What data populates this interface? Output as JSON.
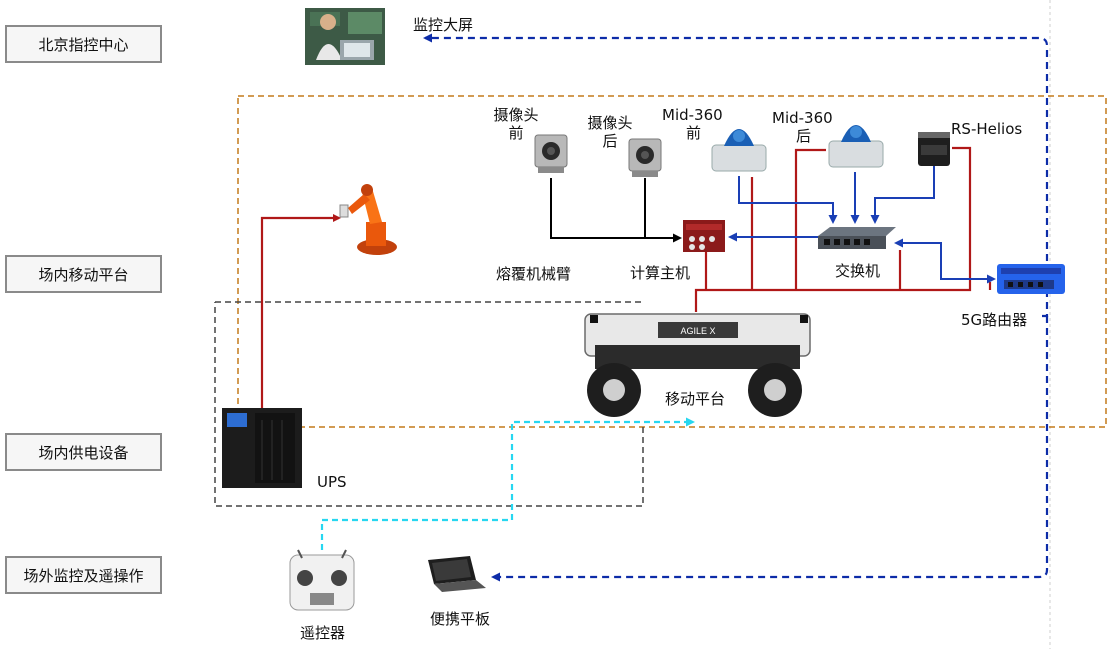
{
  "left_labels": {
    "beijing": "北京指控中心",
    "mobile_platform": "场内移动平台",
    "power": "场内供电设备",
    "remote_ops": "场外监控及遥操作"
  },
  "nodes": {
    "monitor": "监控大屏",
    "cam_front": [
      "摄像头",
      "前"
    ],
    "cam_rear": [
      "摄像头",
      "后"
    ],
    "mid360_front": [
      "Mid-360",
      "前"
    ],
    "mid360_rear": [
      "Mid-360",
      "后"
    ],
    "rs_helios": "RS-Helios",
    "welding_arm": "熔覆机械臂",
    "computer": "计算主机",
    "switch": "交换机",
    "router": "5G路由器",
    "platform": "移动平台",
    "platform_logo": "AGILE X",
    "ups": "UPS",
    "remote": "遥控器",
    "tablet": "便携平板"
  },
  "colors": {
    "power_line": "#b01818",
    "network_line": "#1a3fb5",
    "wireless_line": "#0d2ca8",
    "remote_link": "#26d7f0",
    "scene_border": "#c47a1a",
    "power_border": "#444444",
    "camera_line": "#000000"
  }
}
